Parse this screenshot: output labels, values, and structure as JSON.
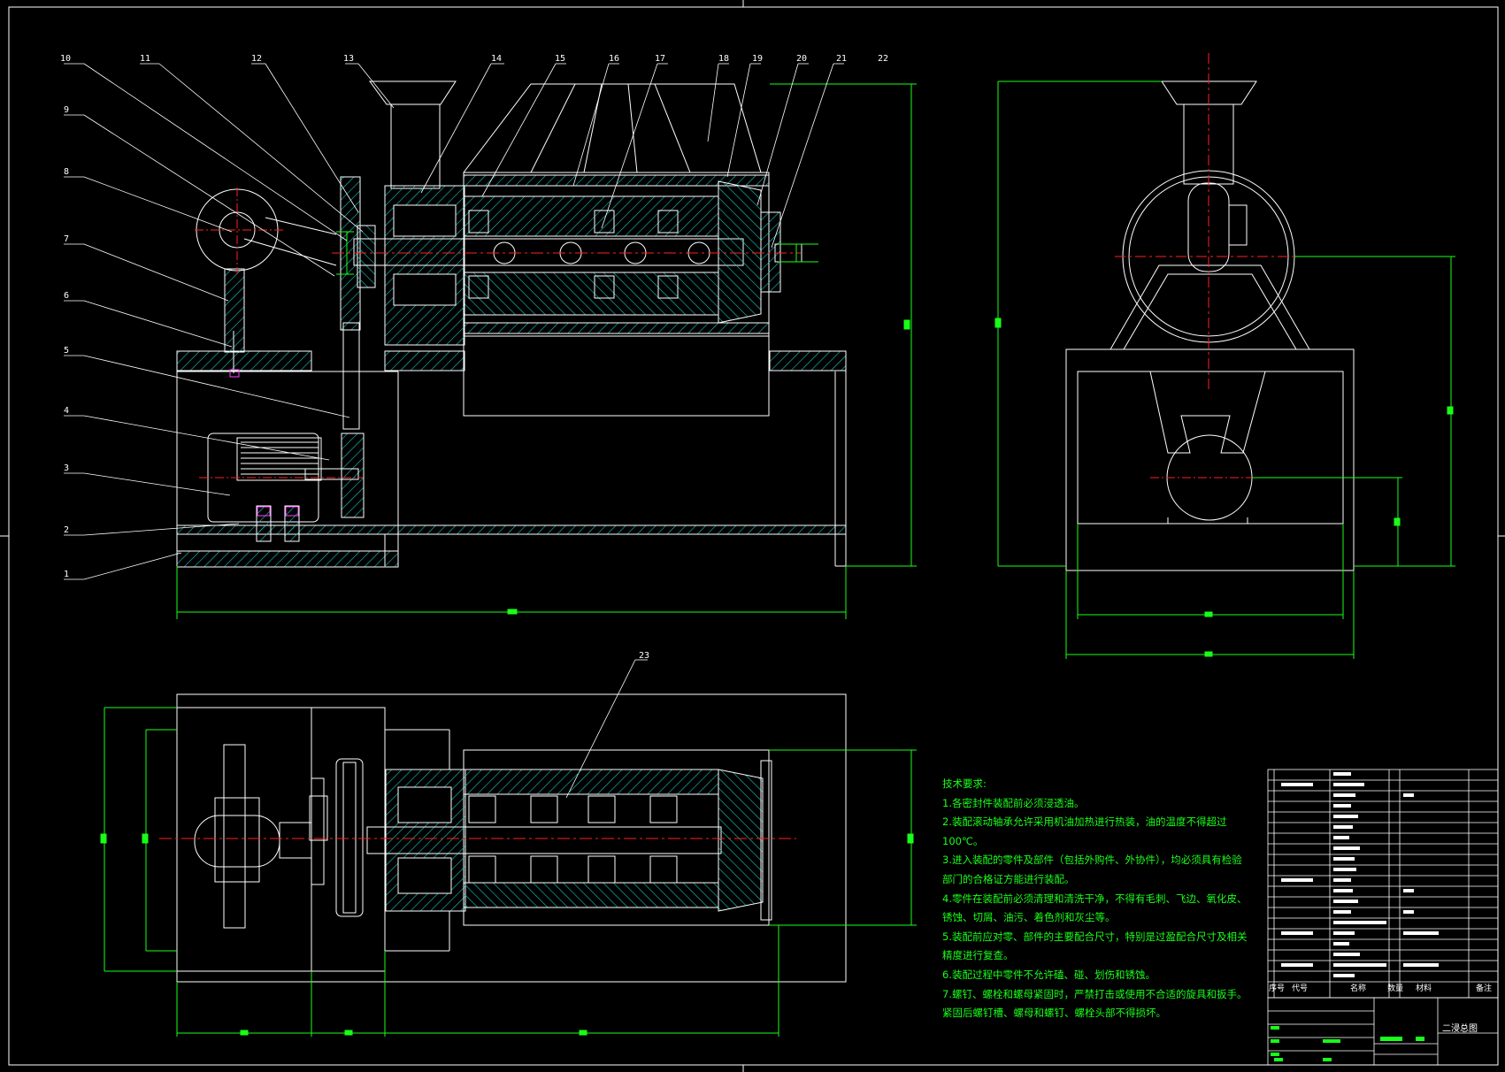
{
  "drawing": {
    "callouts": [
      "1",
      "2",
      "3",
      "4",
      "5",
      "6",
      "7",
      "8",
      "9",
      "10",
      "11",
      "12",
      "13",
      "14",
      "15",
      "16",
      "17",
      "18",
      "19",
      "20",
      "21",
      "22",
      "23"
    ],
    "colors": {
      "background": "#000000",
      "outline": "#ffffff",
      "section_hatch": "#19c8c8",
      "dimension": "#19ff19",
      "centerline": "#ff2020",
      "bolt": "#ff40ff"
    }
  },
  "notes": {
    "heading": "技术要求:",
    "items": [
      "1.各密封件装配前必须浸透油。",
      "2.装配滚动轴承允许采用机油加热进行热装，油的温度不得超过100℃。",
      "3.进入装配的零件及部件（包括外购件、外协件），均必须具有检验部门的合格证方能进行装配。",
      "4.零件在装配前必须清理和清洗干净，不得有毛刺、飞边、氧化皮、锈蚀、切屑、油污、着色剂和灰尘等。",
      "5.装配前应对零、部件的主要配合尺寸，特别是过盈配合尺寸及相关精度进行复查。",
      "6.装配过程中零件不允许磕、碰、划伤和锈蚀。",
      "7.螺钉、螺栓和螺母紧固时，严禁打击或使用不合适的旋具和扳手。紧固后螺钉槽、螺母和螺钉、螺栓头部不得损坏。"
    ]
  },
  "title_block": {
    "title": "二浸总图",
    "headers": [
      "序号",
      "代号",
      "名称",
      "数量",
      "材料",
      "备注"
    ]
  }
}
